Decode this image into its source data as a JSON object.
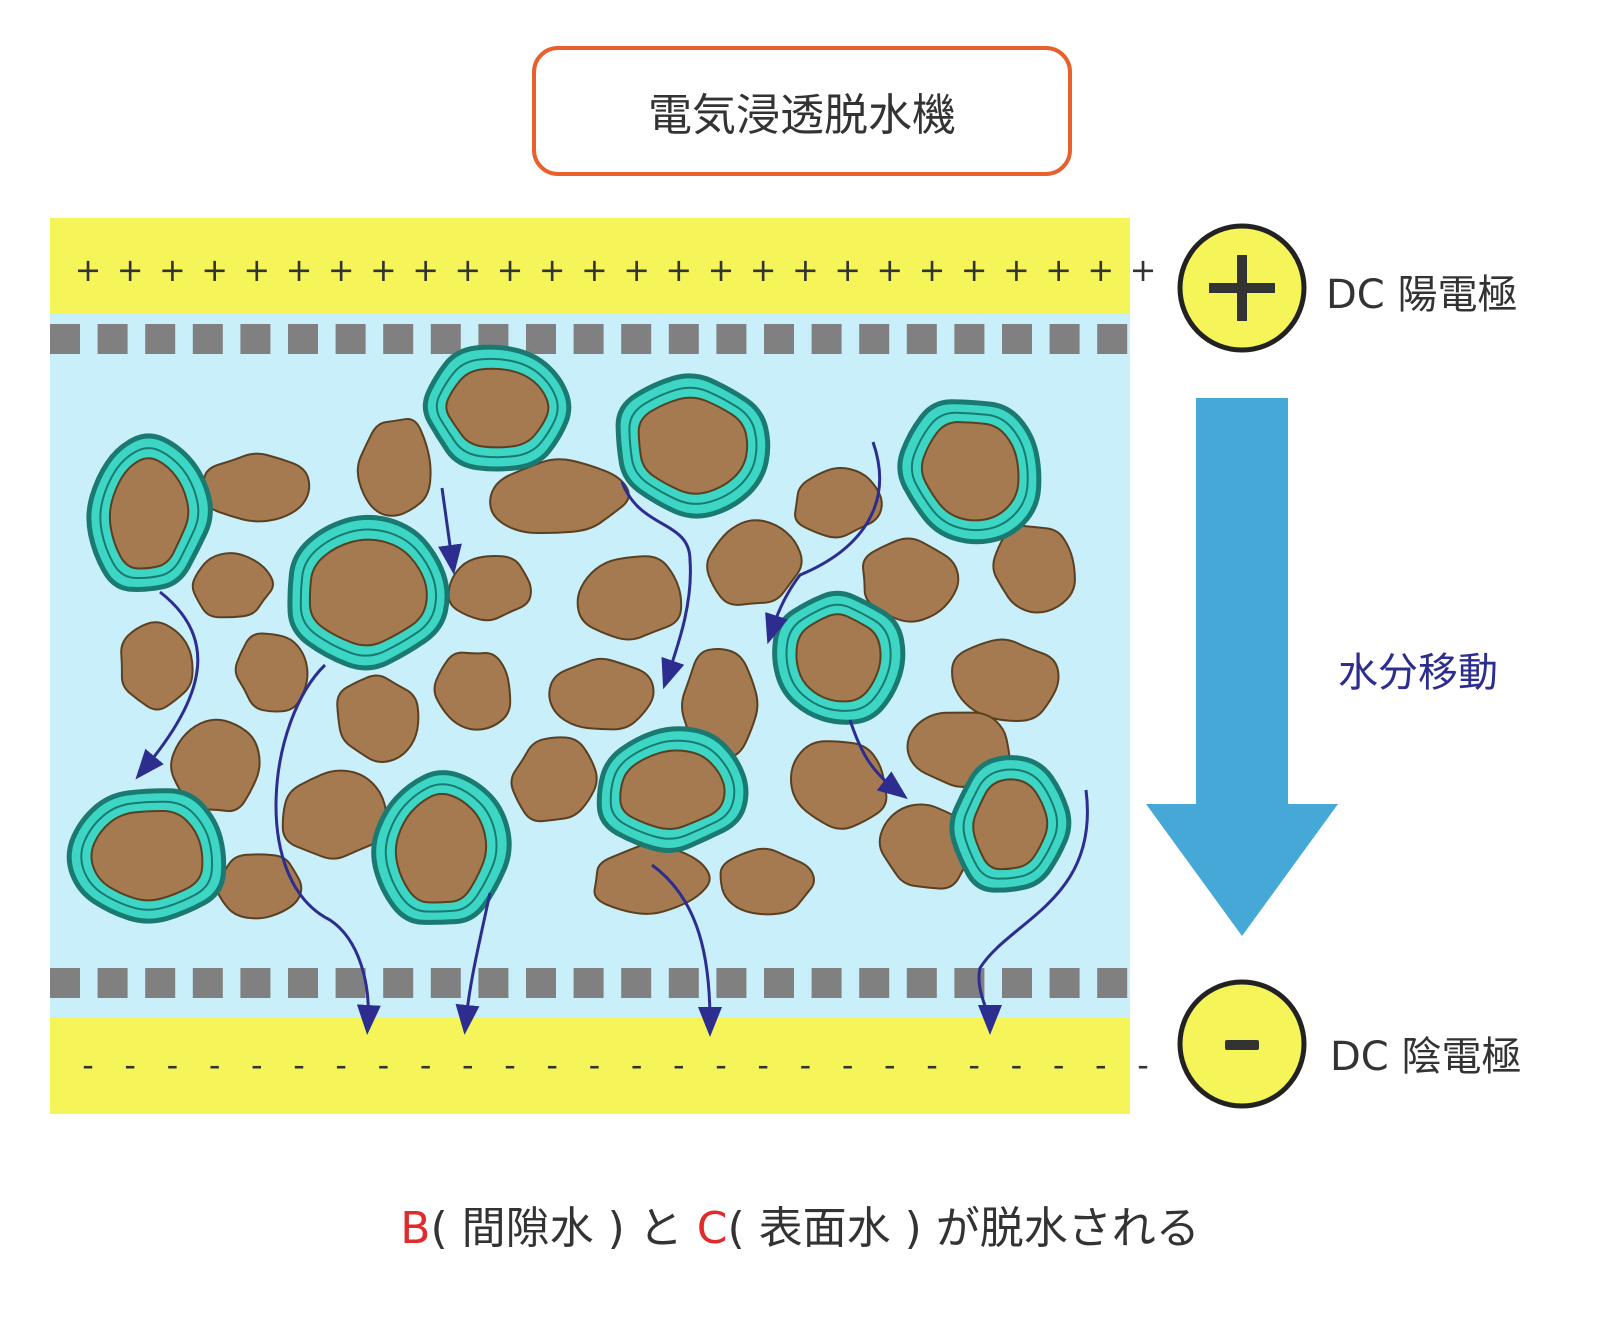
{
  "title": "電気浸透脱水機",
  "anode": {
    "symbol": "+",
    "label": "DC 陽電極",
    "plate_marks": "+"
  },
  "cathode": {
    "symbol": "-",
    "label": "DC 陰電極",
    "plate_marks": "-"
  },
  "flow_label": "水分移動",
  "caption": {
    "b_letter": "B",
    "b_text": "( 間隙水 ) と ",
    "c_letter": "C",
    "c_text": "( 表面水 ) が脱水される"
  },
  "colors": {
    "electrode": "#f5f55a",
    "medium": "#c8effa",
    "filter": "#808080",
    "particle": "#a57a50",
    "water_film": "#3dd6c4",
    "film_outline": "#1a7a72",
    "flow_arrow": "#2d2d8f",
    "big_arrow": "#46a8d6",
    "title_border": "#e8602c",
    "highlight": "#e02b2b"
  }
}
